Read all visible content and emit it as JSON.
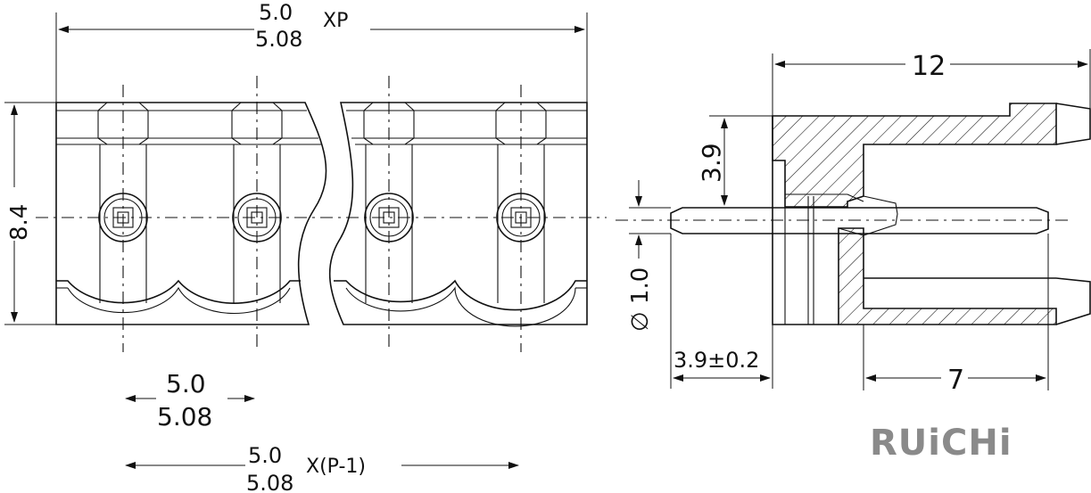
{
  "front_view": {
    "pitch_total_top": "5.0",
    "pitch_total_bottom": "5.08",
    "pitch_total_suffix": "XP",
    "height_label": "8.4",
    "pitch_top": "5.0",
    "pitch_bottom": "5.08",
    "span_top": "5.0",
    "span_bottom": "5.08",
    "span_suffix": "X(P-1)"
  },
  "side_view": {
    "length_label": "12",
    "height_label": "3.9",
    "pin_dia_label": "∅ 1.0",
    "pin_len_label": "3.9±0.2",
    "depth_label": "7"
  },
  "brand": {
    "logo_text": "RUiCHi"
  }
}
